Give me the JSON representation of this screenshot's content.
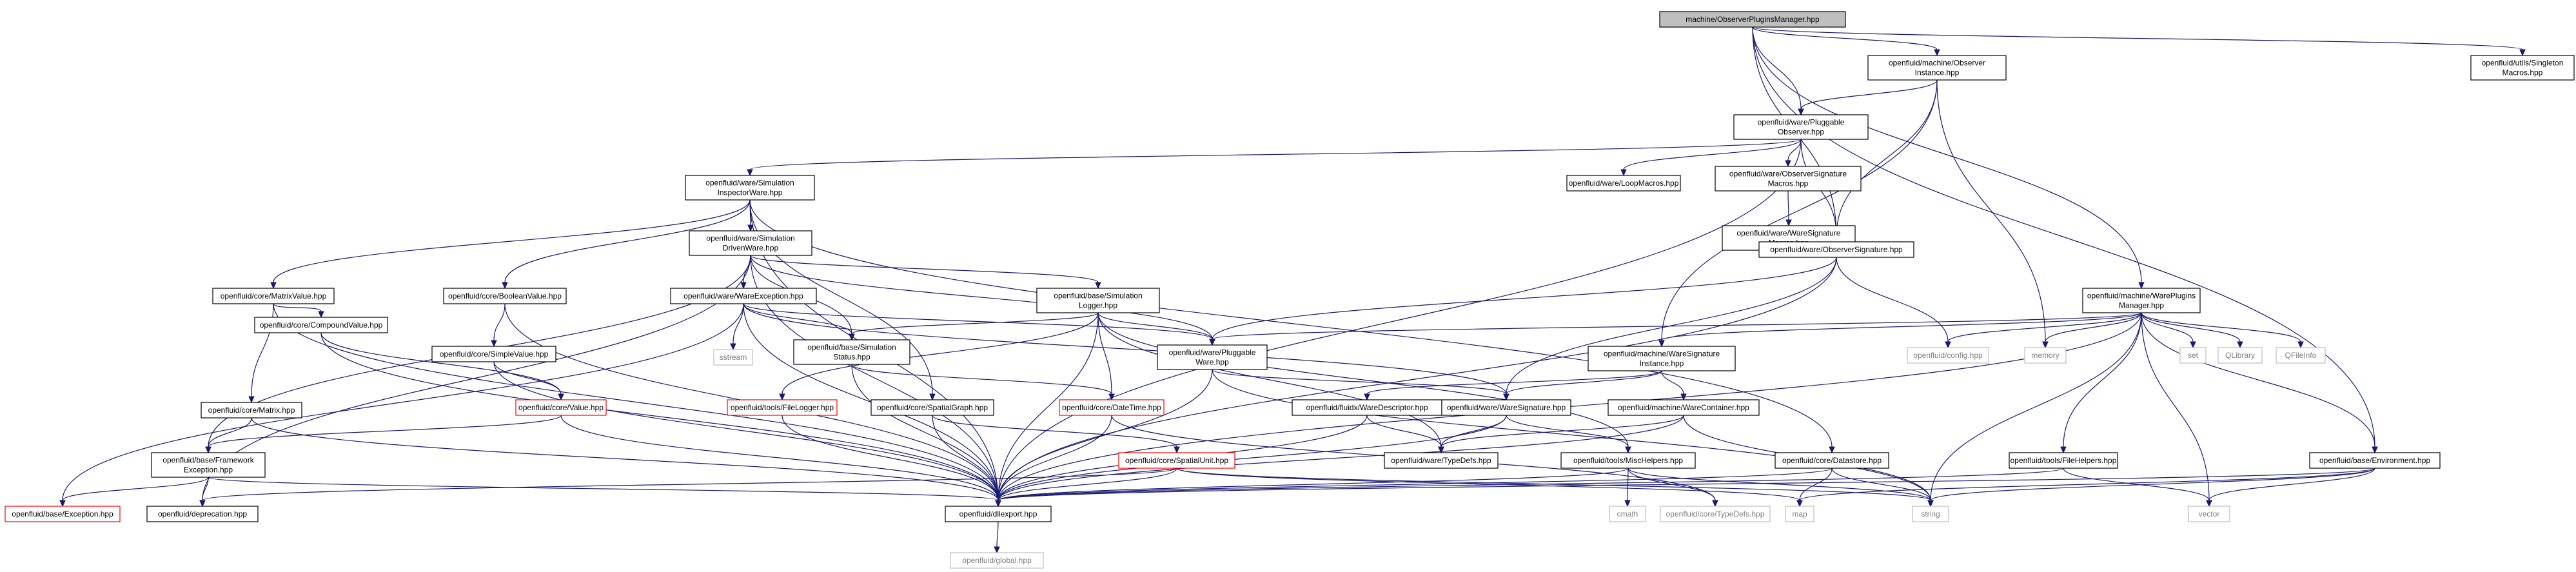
{
  "nodes": [
    {
      "id": "root",
      "lines": [
        "machine/ObserverPluginsManager.hpp"
      ],
      "style": "root"
    },
    {
      "id": "obsinst",
      "lines": [
        "openfluid/machine/Observer",
        "Instance.hpp"
      ],
      "style": "black"
    },
    {
      "id": "singleton",
      "lines": [
        "openfluid/utils/Singleton",
        "Macros.hpp"
      ],
      "style": "black"
    },
    {
      "id": "pluggobs",
      "lines": [
        "openfluid/ware/Pluggable",
        "Observer.hpp"
      ],
      "style": "black"
    },
    {
      "id": "siminsp",
      "lines": [
        "openfluid/ware/Simulation",
        "InspectorWare.hpp"
      ],
      "style": "black"
    },
    {
      "id": "loopmacros",
      "lines": [
        "openfluid/ware/LoopMacros.hpp"
      ],
      "style": "black"
    },
    {
      "id": "obssigmacros",
      "lines": [
        "openfluid/ware/ObserverSignature",
        "Macros.hpp"
      ],
      "style": "black"
    },
    {
      "id": "waresigmacros",
      "lines": [
        "openfluid/ware/WareSignature",
        "Macros.hpp"
      ],
      "style": "black"
    },
    {
      "id": "simdriven",
      "lines": [
        "openfluid/ware/Simulation",
        "DrivenWare.hpp"
      ],
      "style": "black"
    },
    {
      "id": "matrixvalue",
      "lines": [
        "openfluid/core/MatrixValue.hpp"
      ],
      "style": "black"
    },
    {
      "id": "boolvalue",
      "lines": [
        "openfluid/core/BooleanValue.hpp"
      ],
      "style": "black"
    },
    {
      "id": "wareexc",
      "lines": [
        "openfluid/ware/WareException.hpp"
      ],
      "style": "black"
    },
    {
      "id": "simlogger",
      "lines": [
        "openfluid/base/Simulation",
        "Logger.hpp"
      ],
      "style": "black"
    },
    {
      "id": "obssig",
      "lines": [
        "openfluid/ware/ObserverSignature.hpp"
      ],
      "style": "black"
    },
    {
      "id": "wpm",
      "lines": [
        "openfluid/machine/WarePlugins",
        "Manager.hpp"
      ],
      "style": "black"
    },
    {
      "id": "compvalue",
      "lines": [
        "openfluid/core/CompoundValue.hpp"
      ],
      "style": "black"
    },
    {
      "id": "simplevalue",
      "lines": [
        "openfluid/core/SimpleValue.hpp"
      ],
      "style": "black"
    },
    {
      "id": "matrix",
      "lines": [
        "openfluid/core/Matrix.hpp"
      ],
      "style": "black"
    },
    {
      "id": "value",
      "lines": [
        "openfluid/core/Value.hpp"
      ],
      "style": "red"
    },
    {
      "id": "sstream",
      "lines": [
        "sstream"
      ],
      "style": "gray"
    },
    {
      "id": "simstatus",
      "lines": [
        "openfluid/base/Simulation",
        "Status.hpp"
      ],
      "style": "black"
    },
    {
      "id": "filelogger",
      "lines": [
        "openfluid/tools/FileLogger.hpp"
      ],
      "style": "red"
    },
    {
      "id": "datetime",
      "lines": [
        "openfluid/core/DateTime.hpp"
      ],
      "style": "red"
    },
    {
      "id": "pluggware",
      "lines": [
        "openfluid/ware/Pluggable",
        "Ware.hpp"
      ],
      "style": "black"
    },
    {
      "id": "waresiginst",
      "lines": [
        "openfluid/machine/WareSignature",
        "Instance.hpp"
      ],
      "style": "black"
    },
    {
      "id": "config",
      "lines": [
        "openfluid/config.hpp"
      ],
      "style": "gray"
    },
    {
      "id": "memory",
      "lines": [
        "memory"
      ],
      "style": "gray"
    },
    {
      "id": "set",
      "lines": [
        "set"
      ],
      "style": "gray"
    },
    {
      "id": "qlibrary",
      "lines": [
        "QLibrary"
      ],
      "style": "gray"
    },
    {
      "id": "qfileinfo",
      "lines": [
        "QFileInfo"
      ],
      "style": "gray"
    },
    {
      "id": "spatialgraph",
      "lines": [
        "openfluid/core/SpatialGraph.hpp"
      ],
      "style": "black"
    },
    {
      "id": "waredesc",
      "lines": [
        "openfluid/fluidx/WareDescriptor.hpp"
      ],
      "style": "black"
    },
    {
      "id": "waresig",
      "lines": [
        "openfluid/ware/WareSignature.hpp"
      ],
      "style": "black"
    },
    {
      "id": "warecontainer",
      "lines": [
        "openfluid/machine/WareContainer.hpp"
      ],
      "style": "black"
    },
    {
      "id": "frameexc",
      "lines": [
        "openfluid/base/Framework",
        "Exception.hpp"
      ],
      "style": "black"
    },
    {
      "id": "spatialunit",
      "lines": [
        "openfluid/core/SpatialUnit.hpp"
      ],
      "style": "red"
    },
    {
      "id": "waretypedefs",
      "lines": [
        "openfluid/ware/TypeDefs.hpp"
      ],
      "style": "black"
    },
    {
      "id": "mischelpers",
      "lines": [
        "openfluid/tools/MiscHelpers.hpp"
      ],
      "style": "black"
    },
    {
      "id": "datastore",
      "lines": [
        "openfluid/core/Datastore.hpp"
      ],
      "style": "black"
    },
    {
      "id": "filehelpers",
      "lines": [
        "openfluid/tools/FileHelpers.hpp"
      ],
      "style": "black"
    },
    {
      "id": "environment",
      "lines": [
        "openfluid/base/Environment.hpp"
      ],
      "style": "black"
    },
    {
      "id": "baseexc",
      "lines": [
        "openfluid/base/Exception.hpp"
      ],
      "style": "red"
    },
    {
      "id": "deprecation",
      "lines": [
        "openfluid/deprecation.hpp"
      ],
      "style": "black"
    },
    {
      "id": "dllexport",
      "lines": [
        "openfluid/dllexport.hpp"
      ],
      "style": "black"
    },
    {
      "id": "cmath",
      "lines": [
        "cmath"
      ],
      "style": "gray"
    },
    {
      "id": "coretypedefs",
      "lines": [
        "openfluid/core/TypeDefs.hpp"
      ],
      "style": "gray"
    },
    {
      "id": "map",
      "lines": [
        "map"
      ],
      "style": "gray"
    },
    {
      "id": "string",
      "lines": [
        "string"
      ],
      "style": "gray"
    },
    {
      "id": "vector",
      "lines": [
        "vector"
      ],
      "style": "gray"
    },
    {
      "id": "global",
      "lines": [
        "openfluid/global.hpp"
      ],
      "style": "gray"
    }
  ],
  "edges": [
    [
      "root",
      "obsinst"
    ],
    [
      "root",
      "singleton"
    ],
    [
      "root",
      "pluggobs"
    ],
    [
      "root",
      "obssig"
    ],
    [
      "root",
      "wpm"
    ],
    [
      "root",
      "environment"
    ],
    [
      "obsinst",
      "pluggobs"
    ],
    [
      "obsinst",
      "obssig"
    ],
    [
      "obsinst",
      "memory"
    ],
    [
      "obsinst",
      "waresiginst"
    ],
    [
      "pluggobs",
      "siminsp"
    ],
    [
      "pluggobs",
      "loopmacros"
    ],
    [
      "pluggobs",
      "obssigmacros"
    ],
    [
      "pluggobs",
      "obssig"
    ],
    [
      "pluggobs",
      "dllexport"
    ],
    [
      "obssigmacros",
      "waresigmacros"
    ],
    [
      "siminsp",
      "simdriven"
    ],
    [
      "siminsp",
      "matrixvalue"
    ],
    [
      "siminsp",
      "boolvalue"
    ],
    [
      "siminsp",
      "spatialgraph"
    ],
    [
      "siminsp",
      "datastore"
    ],
    [
      "siminsp",
      "dllexport"
    ],
    [
      "simdriven",
      "wareexc"
    ],
    [
      "simdriven",
      "simlogger"
    ],
    [
      "simdriven",
      "simstatus"
    ],
    [
      "simdriven",
      "pluggware"
    ],
    [
      "simdriven",
      "frameexc"
    ],
    [
      "simdriven",
      "deprecation"
    ],
    [
      "simdriven",
      "dllexport"
    ],
    [
      "matrixvalue",
      "compvalue"
    ],
    [
      "matrixvalue",
      "matrix"
    ],
    [
      "matrixvalue",
      "dllexport"
    ],
    [
      "boolvalue",
      "simplevalue"
    ],
    [
      "boolvalue",
      "dllexport"
    ],
    [
      "compvalue",
      "value"
    ],
    [
      "compvalue",
      "dllexport"
    ],
    [
      "simplevalue",
      "value"
    ],
    [
      "simplevalue",
      "dllexport"
    ],
    [
      "matrix",
      "frameexc"
    ],
    [
      "matrix",
      "dllexport"
    ],
    [
      "value",
      "frameexc"
    ],
    [
      "value",
      "dllexport"
    ],
    [
      "wareexc",
      "sstream"
    ],
    [
      "wareexc",
      "simstatus"
    ],
    [
      "wareexc",
      "pluggware"
    ],
    [
      "wareexc",
      "waresig"
    ],
    [
      "wareexc",
      "baseexc"
    ],
    [
      "wareexc",
      "dllexport"
    ],
    [
      "simlogger",
      "filelogger"
    ],
    [
      "simlogger",
      "datetime"
    ],
    [
      "simlogger",
      "simstatus"
    ],
    [
      "simlogger",
      "pluggware"
    ],
    [
      "simlogger",
      "waretypedefs"
    ],
    [
      "simlogger",
      "mischelpers"
    ],
    [
      "simlogger",
      "dllexport"
    ],
    [
      "simstatus",
      "datetime"
    ],
    [
      "simstatus",
      "dllexport"
    ],
    [
      "filelogger",
      "dllexport"
    ],
    [
      "datetime",
      "coretypedefs"
    ],
    [
      "datetime",
      "dllexport"
    ],
    [
      "pluggware",
      "waresig"
    ],
    [
      "pluggware",
      "string"
    ],
    [
      "pluggware",
      "dllexport"
    ],
    [
      "obssig",
      "pluggware"
    ],
    [
      "obssig",
      "waresig"
    ],
    [
      "obssig",
      "config"
    ],
    [
      "obssig",
      "dllexport"
    ],
    [
      "wpm",
      "waresiginst"
    ],
    [
      "wpm",
      "config"
    ],
    [
      "wpm",
      "memory"
    ],
    [
      "wpm",
      "set"
    ],
    [
      "wpm",
      "qlibrary"
    ],
    [
      "wpm",
      "qfileinfo"
    ],
    [
      "wpm",
      "filehelpers"
    ],
    [
      "wpm",
      "environment"
    ],
    [
      "wpm",
      "pluggware"
    ],
    [
      "wpm",
      "string"
    ],
    [
      "wpm",
      "vector"
    ],
    [
      "wpm",
      "dllexport"
    ],
    [
      "waresiginst",
      "waredesc"
    ],
    [
      "waresiginst",
      "warecontainer"
    ],
    [
      "waresiginst",
      "waresig"
    ],
    [
      "waredesc",
      "waretypedefs"
    ],
    [
      "waredesc",
      "dllexport"
    ],
    [
      "warecontainer",
      "waretypedefs"
    ],
    [
      "warecontainer",
      "string"
    ],
    [
      "warecontainer",
      "dllexport"
    ],
    [
      "waresig",
      "waretypedefs"
    ],
    [
      "waresig",
      "mischelpers"
    ],
    [
      "waresig",
      "dllexport"
    ],
    [
      "spatialgraph",
      "spatialunit"
    ],
    [
      "spatialgraph",
      "dllexport"
    ],
    [
      "spatialunit",
      "map"
    ],
    [
      "spatialunit",
      "string"
    ],
    [
      "spatialunit",
      "dllexport"
    ],
    [
      "spatialunit",
      "deprecation"
    ],
    [
      "frameexc",
      "baseexc"
    ],
    [
      "frameexc",
      "deprecation"
    ],
    [
      "frameexc",
      "dllexport"
    ],
    [
      "mischelpers",
      "cmath"
    ],
    [
      "mischelpers",
      "coretypedefs"
    ],
    [
      "mischelpers",
      "string"
    ],
    [
      "mischelpers",
      "dllexport"
    ],
    [
      "datastore",
      "map"
    ],
    [
      "datastore",
      "string"
    ],
    [
      "datastore",
      "dllexport"
    ],
    [
      "filehelpers",
      "vector"
    ],
    [
      "filehelpers",
      "dllexport"
    ],
    [
      "environment",
      "map"
    ],
    [
      "environment",
      "string"
    ],
    [
      "environment",
      "vector"
    ],
    [
      "environment",
      "dllexport"
    ],
    [
      "dllexport",
      "global"
    ]
  ],
  "colors": {
    "edge": "#191970",
    "root_fill": "#bfbfbf",
    "black_border": "#000000",
    "red_border": "#ff0000",
    "gray_border": "#bfbfbf",
    "gray_text": "#7f7f7f",
    "text": "#000000"
  }
}
